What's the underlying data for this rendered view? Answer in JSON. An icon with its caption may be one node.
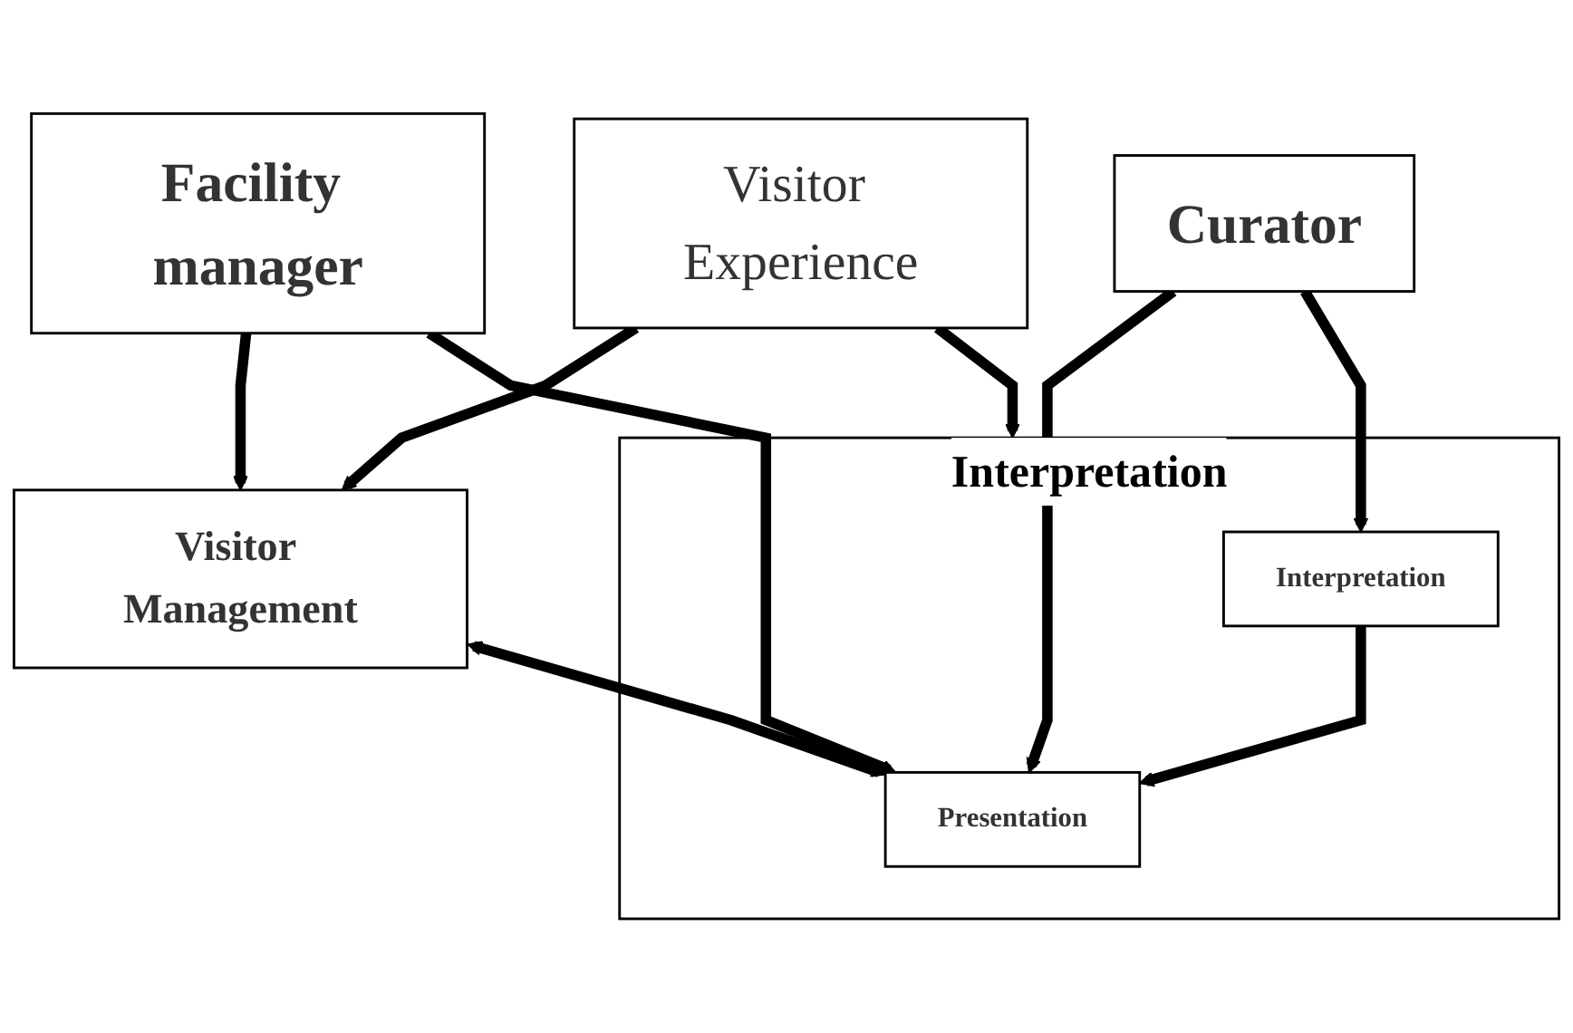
{
  "diagram": {
    "nodes": [
      {
        "text": [
          "Visitor Experience"
        ]
      },
      {
        "text": [
          "Visitor Management"
        ]
      },
      {
        "text": [
          "Interpretation"
        ]
      },
      {
        "text": [
          "Presentation"
        ],
        "in": 2
      },
      {
        "text": [
          "Interpretation"
        ],
        "in": 2
      },
      {
        "text": [
          "Facility manager"
        ]
      },
      {
        "text": [
          "Curator"
        ]
      }
    ],
    "edges": [
      {
        "from": 0,
        "to": 1,
        "arrow": "to"
      },
      {
        "from": 0,
        "to": 2,
        "arrow": "to"
      },
      {
        "from": 1,
        "to": 3,
        "arrow": "both"
      },
      {
        "from": 4,
        "to": 3,
        "arrow": "to"
      },
      {
        "from": 5,
        "to": 1,
        "arrow": "to"
      },
      {
        "from": 5,
        "to": 3,
        "arrow": "to"
      },
      {
        "from": 6,
        "to": 3,
        "arrow": "to"
      },
      {
        "from": 6,
        "to": 4,
        "arrow": "to"
      }
    ]
  }
}
